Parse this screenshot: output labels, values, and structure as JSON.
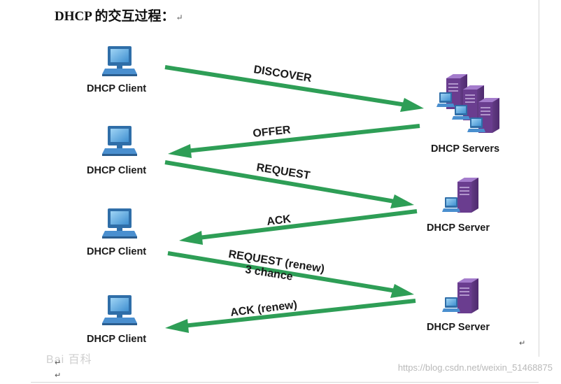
{
  "heading": {
    "text": "DHCP 的交互过程：",
    "mark": "↵"
  },
  "clients": [
    {
      "label": "DHCP Client"
    },
    {
      "label": "DHCP Client"
    },
    {
      "label": "DHCP Client"
    },
    {
      "label": "DHCP Client"
    }
  ],
  "servers": [
    {
      "label": "DHCP Servers"
    },
    {
      "label": "DHCP Server"
    },
    {
      "label": "DHCP Server"
    }
  ],
  "messages": [
    {
      "label": "DISCOVER",
      "direction": "client-to-server"
    },
    {
      "label": "OFFER",
      "direction": "server-to-client"
    },
    {
      "label": "REQUEST",
      "direction": "client-to-server"
    },
    {
      "label": "ACK",
      "direction": "server-to-client"
    },
    {
      "label": "REQUEST (renew)",
      "sublabel": "3 chance",
      "direction": "client-to-server"
    },
    {
      "label": "ACK (renew)",
      "direction": "server-to-client"
    }
  ],
  "colors": {
    "arrow": "#2e9e56",
    "arrow_dark": "#1f7a3f",
    "monitor_blue": "#2f7fc1",
    "server_purple": "#6a3d8f"
  },
  "watermarks": {
    "baidu": "Bai 百科",
    "csdn": "https://blog.csdn.net/weixin_51468875"
  },
  "paragraph_marks": [
    "↵",
    "↵",
    "↵"
  ]
}
